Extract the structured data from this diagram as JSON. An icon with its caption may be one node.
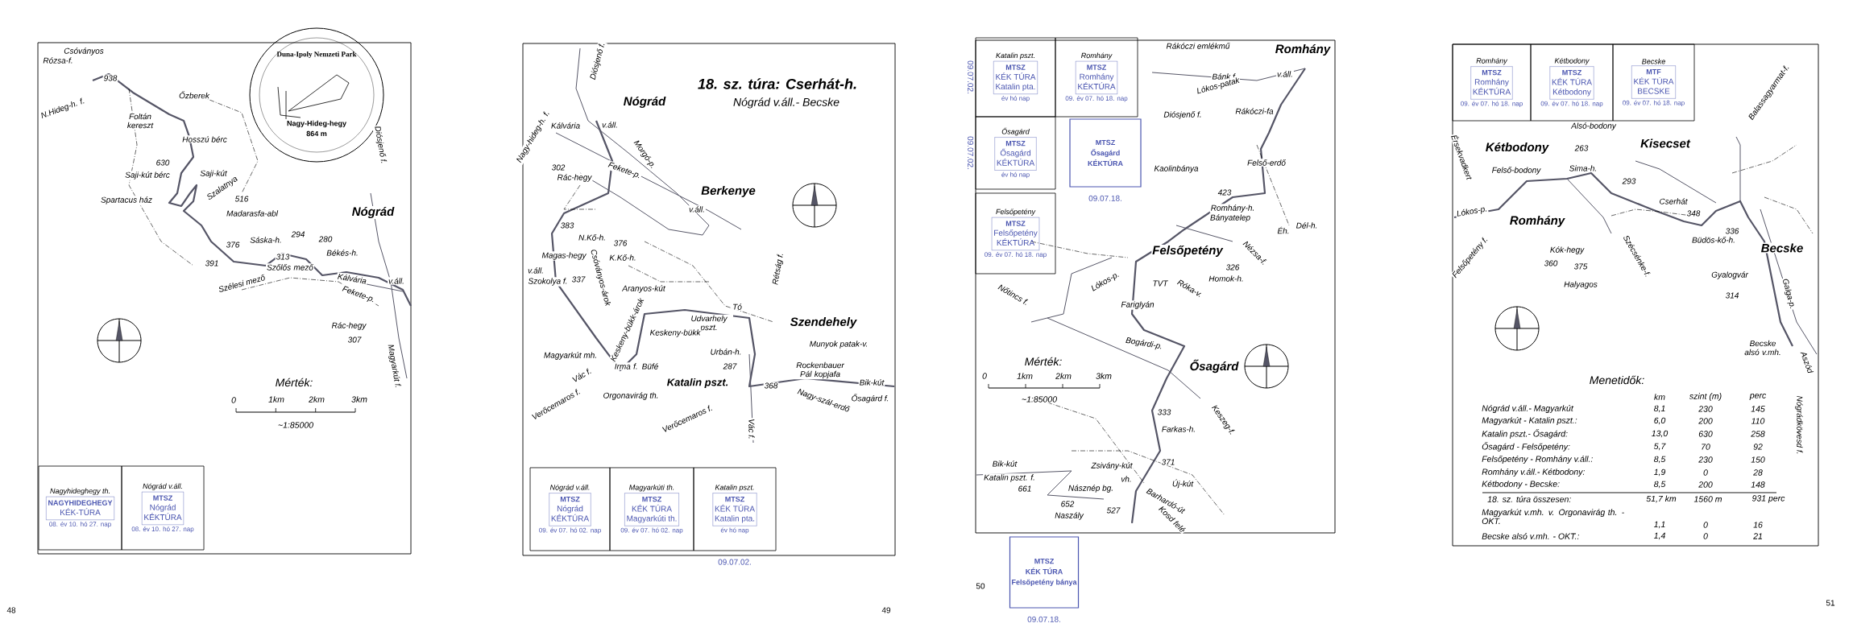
{
  "diagram": {
    "nodes": [
      {
        "text": [
          "Duna-Ipoly Nemzeti Park",
          "Nagy-Hideg-hegy",
          "864 m"
        ]
      },
      {
        "text": [
          "Nagyhideghegy th.",
          "NAGYHIDEGHEGY",
          "KÉK-TÚRA",
          "08. év 10. hó 27. nap"
        ]
      },
      {
        "text": [
          "Nógrád v.áll.",
          "MTSZ",
          "Nógrád",
          "KÉKTÚRA",
          "08. év 10. hó 27. nap"
        ]
      },
      {
        "text": [
          "Nógrád v.áll.",
          "MTSZ",
          "Nógrád",
          "KÉKTÚRA",
          "09. év 07. hó 02. nap"
        ]
      },
      {
        "text": [
          "Magyarkúti th.",
          "MTSZ",
          "KÉK TÚRA",
          "Magyarkúti th.",
          "09. év 07. hó 02. nap"
        ]
      },
      {
        "text": [
          "Katalin pszt.",
          "MTSZ",
          "KÉK TÚRA",
          "Katalin pta.",
          "év hó nap"
        ],
        "beside": [
          "09.07.02."
        ]
      },
      {
        "text": [
          "Katalin pszt.",
          "MTSZ",
          "KÉK TÚRA",
          "Katalin pta.",
          "év hó nap"
        ],
        "beside": [
          "09.07.02."
        ]
      },
      {
        "text": [
          "Romhány",
          "MTSZ",
          "Romhány",
          "KÉKTÚRA",
          "09. év 07. hó 18. nap"
        ]
      },
      {
        "text": [
          "Ősagárd",
          "MTSZ",
          "Ősagárd",
          "KÉKTÚRA",
          "év hó nap"
        ],
        "beside": [
          "09.07.02."
        ]
      },
      {
        "text": [
          "MTSZ",
          "Ősagárd",
          "KÉKTÚRA"
        ],
        "beside": [
          "09.07.18."
        ]
      },
      {
        "text": [
          "Felsőpetény",
          "MTSZ",
          "Felsőpetény",
          "KÉKTÚRA",
          "09. év 07. hó 18. nap"
        ]
      },
      {
        "text": [
          "MTSZ",
          "KÉK TÚRA",
          "Felsőpetény bánya"
        ],
        "beside": [
          "09.07.18."
        ]
      },
      {
        "text": [
          "Romhány",
          "MTSZ",
          "Romhány",
          "KÉKTÚRA",
          "09. év 07. hó 18. nap"
        ]
      },
      {
        "text": [
          "Kétbodony",
          "MTSZ",
          "KÉK TÚRA",
          "Kétbodony",
          "09. év 07. hó 18. nap"
        ]
      },
      {
        "text": [
          "Becske",
          "MTF",
          "KÉK TÚRA",
          "BECSKE",
          "09. év 07. hó 18. nap"
        ]
      }
    ],
    "labels": [
      "Csóványos",
      "Rózsa-f.",
      "938",
      "N.Hideg-h. f.",
      "Őzberek",
      "Foltán kereszt",
      "Hosszú bérc",
      "630",
      "Saji-kút bérc",
      "Saji-kút",
      "Szalatnya",
      "Spartacus ház",
      "516",
      "Madarasfa-abl",
      "Nógrád",
      "Diósjenő f.",
      "376",
      "Sáska-h.",
      "294",
      "280",
      "Békés-h.",
      "313",
      "Szőlős mező",
      "391",
      "Szélesi mező",
      "Kálvária",
      "v.áll.",
      "Fekete-p.",
      "Rác-hegy",
      "307",
      "Magyarkút f.",
      "Mérték:",
      "0",
      "1km",
      "2km",
      "3km",
      "~1:85000",
      "48",
      "18. sz. túra: Cserhát-h.",
      "Nógrád v.áll.- Becske",
      "Diósjenő f.",
      "Nógrád",
      "Kálvária",
      "v.áll.",
      "Nagy-hideg-h. f.",
      "Morgó-p.",
      "302",
      "Rác-hegy",
      "Fekete-p.",
      "Berkenye",
      "v.áll.",
      "383",
      "N.Kő-h.",
      "376",
      "Magas-hegy",
      "K.Kő-h.",
      "v.áll.",
      "Szokolya f.",
      "337",
      "Csóványos-árok",
      "Aranyos-kút",
      "Keskeny-bükk-árok",
      "Tó",
      "Rétság f.",
      "Szendehely",
      "Udvarhely pszt.",
      "Keskeny-bükk",
      "Munyok patak-v.",
      "Urbán-h.",
      "287",
      "Magyarkút mh.",
      "Irma f. Büfé",
      "Vác f.",
      "Katalin pszt.",
      "Rockenbauer Pál kopjafa",
      "368",
      "Bik-kút",
      "Ősagárd f.",
      "Nagy-szál-erdő",
      "Verőcemaros f.",
      "Orgonavirág th.",
      "Verőcemaros f.",
      "Vác f.",
      "49",
      "Rákóczi emlékmű",
      "Romhány",
      "Bánk f.",
      "v.áll.",
      "Lókos-patak",
      "Diósjenő f.",
      "Rákóczi-fa",
      "Kaolinbánya",
      "Felső-erdő",
      "423",
      "Romhány-h.",
      "Bányatelep",
      "Éh.",
      "Dél-h.",
      "Felsőpetény",
      "Nézsa-f.",
      "326",
      "Homok-h.",
      "Nőtincs f.",
      "Lókos-p.",
      "TVT",
      "Róka-v.",
      "Fariglyán",
      "Bogárdi-p.",
      "Ősagárd",
      "Mérték:",
      "0",
      "1km",
      "2km",
      "3km",
      "~1:85000",
      "Keszeg-f.",
      "333",
      "Farkas-h.",
      "371",
      "Zsivány-kút",
      "vh.",
      "Új-kút",
      "Barhardó-út",
      "Kosd felé",
      "Bik-kút",
      "Katalin pszt. f.",
      "661",
      "Násznép bg.",
      "652",
      "527",
      "Naszály",
      "50",
      "Alsó-bodony",
      "Balassagyarmat-f.",
      "Érsekvadkert",
      "Kétbodony",
      "263",
      "Kisecset",
      "Felső-bodony",
      "Sima-h.",
      "293",
      "Cserhát",
      "348",
      "Lókos-p.",
      "Romhány",
      "336",
      "Büdös-kő-h.",
      "Felsőpetény f.",
      "Kók-hegy",
      "Szécsénke-f.",
      "Becske",
      "360",
      "375",
      "Gyalogvár",
      "314",
      "Halyagos",
      "Galga-p.",
      "Becske alsó v.mh.",
      "Aszód",
      "Nógrádkövesd f.",
      "Menetidők:",
      "km",
      "szint (m)",
      "perc",
      "Nógrád v.áll.- Magyarkút",
      "8,1",
      "230",
      "145",
      "Magyarkút - Katalin pszt.:",
      "6,0",
      "200",
      "110",
      "Katalin pszt.- Ősagárd:",
      "13,0",
      "630",
      "258",
      "Ősagárd - Felsőpetény:",
      "5,7",
      "70",
      "92",
      "Felsőpetény - Romhány v.áll.:",
      "8,5",
      "230",
      "150",
      "Romhány v.áll.- Kétbodony:",
      "1,9",
      "0",
      "28",
      "Kétbodony - Becske:",
      "8,5",
      "200",
      "148",
      "18. sz. túra összesen:",
      "51,7 km",
      "1560 m",
      "931 perc",
      "Magyarkút v.mh. v. Orgonavirág th. - OKT.",
      "1,1",
      "0",
      "16",
      "Becske alsó v.mh. - OKT.:",
      "1,4",
      "0",
      "21",
      "51"
    ]
  }
}
